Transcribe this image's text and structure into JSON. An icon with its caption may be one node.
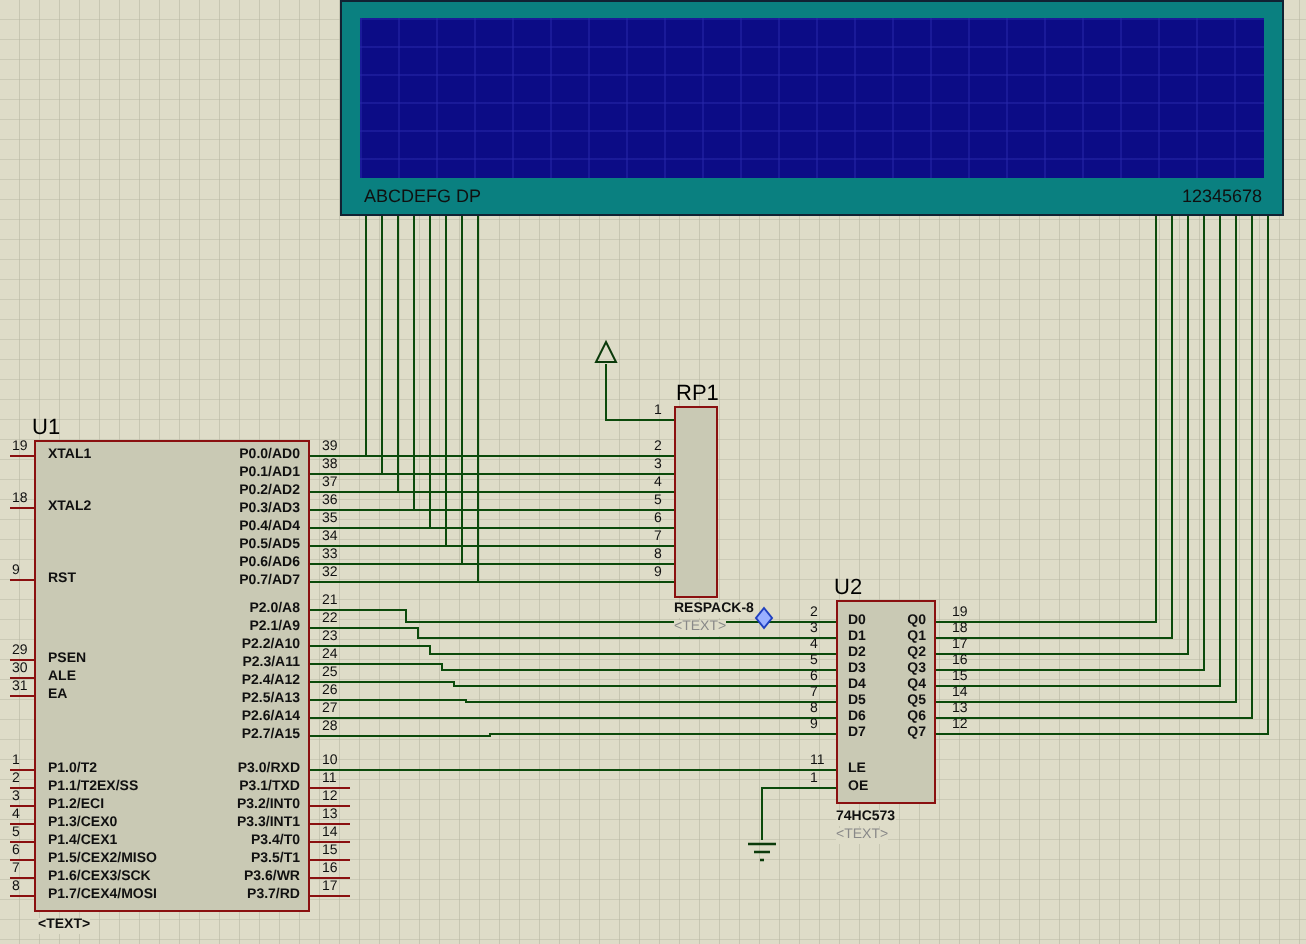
{
  "diagram": {
    "nodes": [
      {
        "text": [
          "ABCDEFG DP",
          "12345678"
        ]
      },
      {
        "text": [
          "U1",
          "XTAL1",
          "XTAL2",
          "RST",
          "PSEN",
          "ALE",
          "EA",
          "P1.0/T2",
          "P1.1/T2EX/SS",
          "P1.2/ECI",
          "P1.3/CEX0",
          "P1.4/CEX1",
          "P1.5/CEX2/MISO",
          "P1.6/CEX3/SCK",
          "P1.7/CEX4/MOSI",
          "P0.0/AD0",
          "P0.1/AD1",
          "P0.2/AD2",
          "P0.3/AD3",
          "P0.4/AD4",
          "P0.5/AD5",
          "P0.6/AD6",
          "P0.7/AD7",
          "P2.0/A8",
          "P2.1/A9",
          "P2.2/A10",
          "P2.3/A11",
          "P2.4/A12",
          "P2.5/A13",
          "P2.6/A14",
          "P2.7/A15",
          "P3.0/RXD",
          "P3.1/TXD",
          "P3.2/INT0",
          "P3.3/INT1",
          "P3.4/T0",
          "P3.5/T1",
          "P3.6/WR",
          "P3.7/RD"
        ],
        "beside": [
          "19",
          "18",
          "9",
          "29",
          "30",
          "31",
          "1",
          "2",
          "3",
          "4",
          "5",
          "6",
          "7",
          "8",
          "39",
          "38",
          "37",
          "36",
          "35",
          "34",
          "33",
          "32",
          "21",
          "22",
          "23",
          "24",
          "25",
          "26",
          "27",
          "28",
          "10",
          "11",
          "12",
          "13",
          "14",
          "15",
          "16",
          "17",
          "<TEXT>"
        ]
      },
      {
        "text": [
          "RP1"
        ],
        "beside": [
          "1",
          "2",
          "3",
          "4",
          "5",
          "6",
          "7",
          "8",
          "9",
          "RESPACK-8",
          "<TEXT>"
        ]
      },
      {
        "text": [
          "U2",
          "D0",
          "D1",
          "D2",
          "D3",
          "D4",
          "D5",
          "D6",
          "D7",
          "LE",
          "OE",
          "Q0",
          "Q1",
          "Q2",
          "Q3",
          "Q4",
          "Q5",
          "Q6",
          "Q7"
        ],
        "beside": [
          "2",
          "3",
          "4",
          "5",
          "6",
          "7",
          "8",
          "9",
          "11",
          "1",
          "19",
          "18",
          "17",
          "16",
          "15",
          "14",
          "13",
          "12",
          "74HC573",
          "<TEXT>"
        ]
      },
      {
        "text": [],
        "shape": "triangle"
      },
      {
        "text": [],
        "shape": "ground"
      }
    ],
    "edges": [
      {
        "from": 0,
        "to": 1,
        "arrow": "none"
      },
      {
        "from": 0,
        "to": 1,
        "arrow": "none"
      },
      {
        "from": 0,
        "to": 1,
        "arrow": "none"
      },
      {
        "from": 0,
        "to": 1,
        "arrow": "none"
      },
      {
        "from": 0,
        "to": 1,
        "arrow": "none"
      },
      {
        "from": 0,
        "to": 1,
        "arrow": "none"
      },
      {
        "from": 0,
        "to": 1,
        "arrow": "none"
      },
      {
        "from": 0,
        "to": 1,
        "arrow": "none"
      },
      {
        "from": 1,
        "to": 2,
        "arrow": "none"
      },
      {
        "from": 1,
        "to": 2,
        "arrow": "none"
      },
      {
        "from": 1,
        "to": 2,
        "arrow": "none"
      },
      {
        "from": 1,
        "to": 2,
        "arrow": "none"
      },
      {
        "from": 1,
        "to": 2,
        "arrow": "none"
      },
      {
        "from": 1,
        "to": 2,
        "arrow": "none"
      },
      {
        "from": 1,
        "to": 2,
        "arrow": "none"
      },
      {
        "from": 1,
        "to": 2,
        "arrow": "none"
      },
      {
        "from": 1,
        "to": 3,
        "arrow": "none"
      },
      {
        "from": 1,
        "to": 3,
        "arrow": "none"
      },
      {
        "from": 1,
        "to": 3,
        "arrow": "none"
      },
      {
        "from": 1,
        "to": 3,
        "arrow": "none"
      },
      {
        "from": 1,
        "to": 3,
        "arrow": "none"
      },
      {
        "from": 1,
        "to": 3,
        "arrow": "none"
      },
      {
        "from": 1,
        "to": 3,
        "arrow": "none"
      },
      {
        "from": 1,
        "to": 3,
        "arrow": "none"
      },
      {
        "from": 3,
        "to": 0,
        "arrow": "none"
      },
      {
        "from": 3,
        "to": 0,
        "arrow": "none"
      },
      {
        "from": 3,
        "to": 0,
        "arrow": "none"
      },
      {
        "from": 3,
        "to": 0,
        "arrow": "none"
      },
      {
        "from": 3,
        "to": 0,
        "arrow": "none"
      },
      {
        "from": 3,
        "to": 0,
        "arrow": "none"
      },
      {
        "from": 3,
        "to": 0,
        "arrow": "none"
      },
      {
        "from": 3,
        "to": 0,
        "arrow": "none"
      },
      {
        "from": 1,
        "to": 3,
        "arrow": "none"
      },
      {
        "from": 2,
        "to": 4,
        "arrow": "none"
      },
      {
        "from": 3,
        "to": 5,
        "arrow": "none"
      }
    ]
  }
}
